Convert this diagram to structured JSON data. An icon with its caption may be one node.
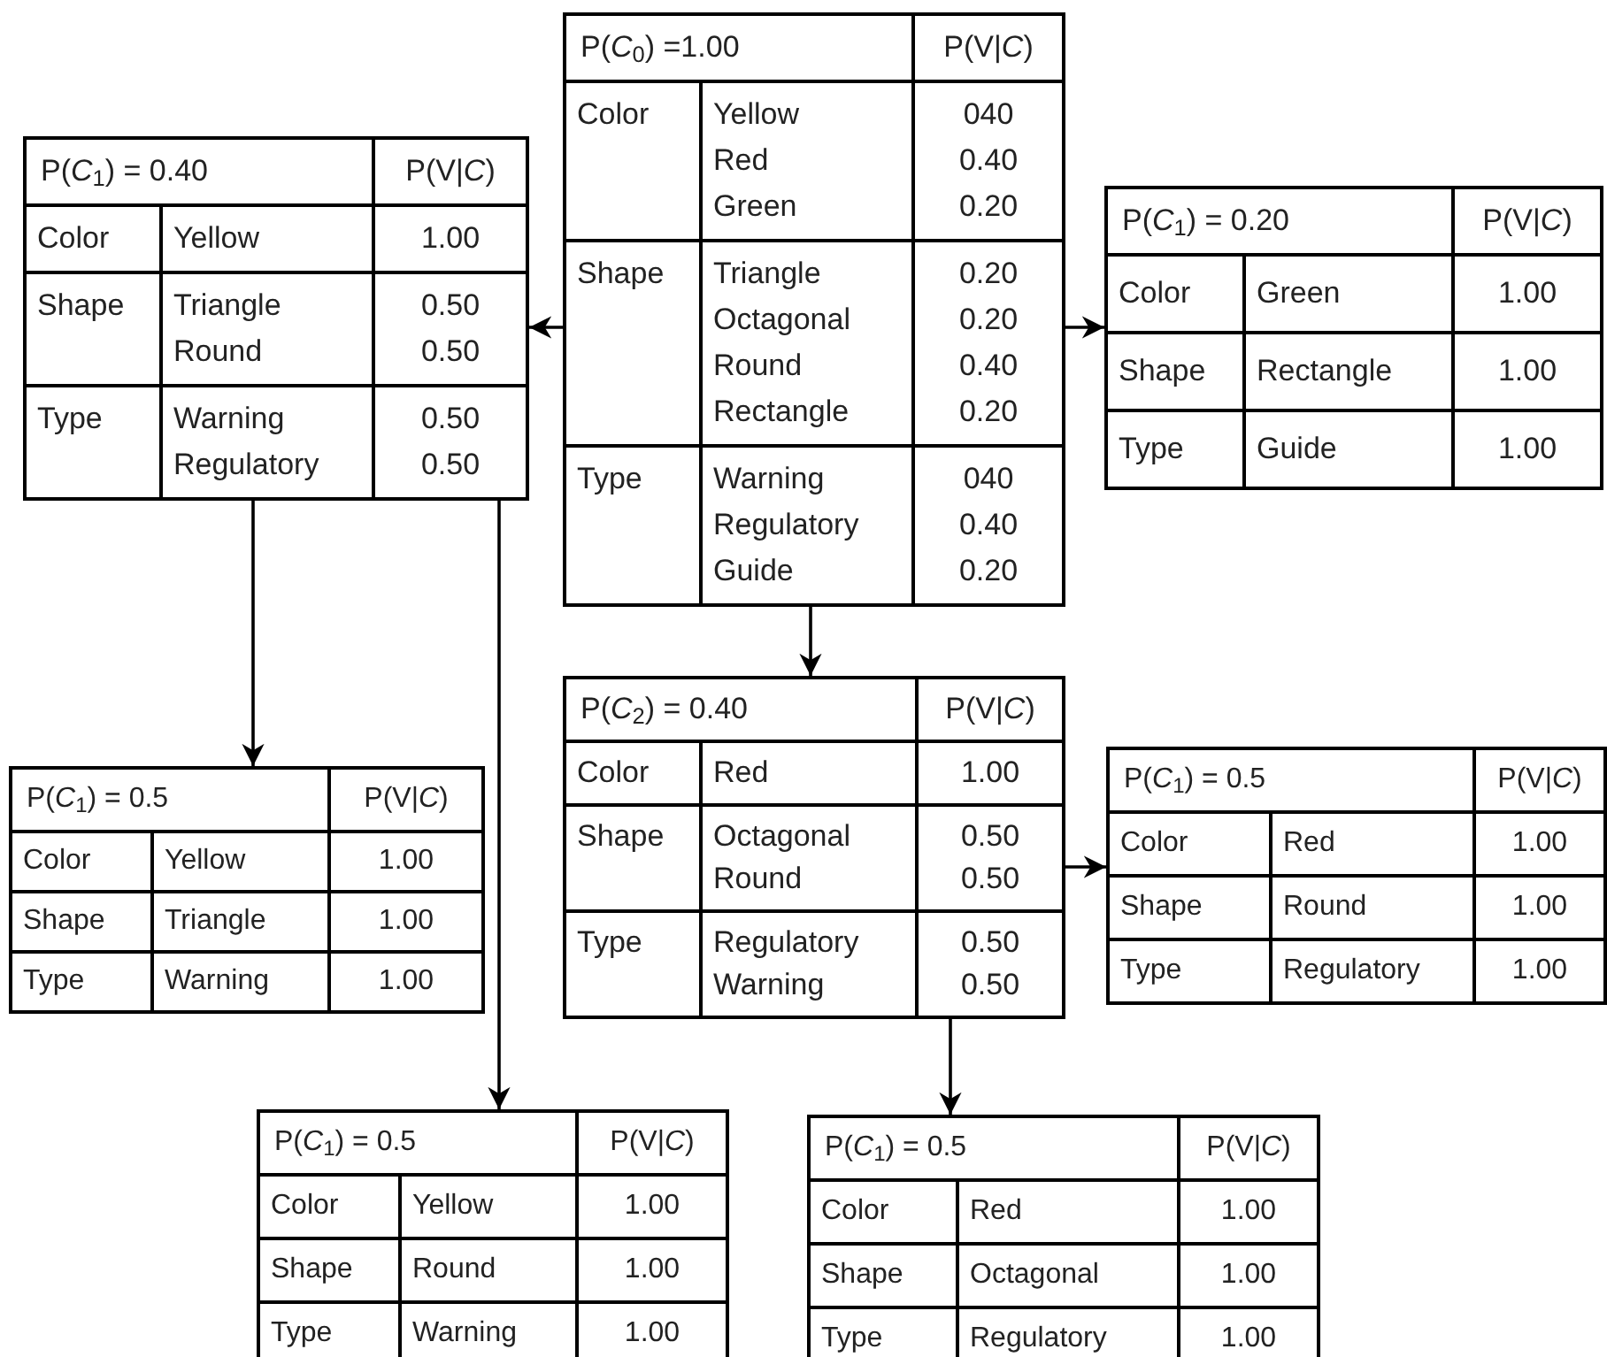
{
  "diagram": {
    "nodes": [
      {
        "text": [
          "P(*C*$_{0}$) =1.00",
          "P(V|*C*)"
        ]
      },
      {
        "text": [
          "Color",
          "Yellow",
          "Red",
          "Green",
          "040",
          "0.40",
          "0.20"
        ],
        "in": 0
      },
      {
        "text": [
          "Shape",
          "Triangle",
          "Octagonal",
          "Round",
          "Rectangle",
          "0.20",
          "0.20",
          "0.40",
          "0.20"
        ],
        "in": 0
      },
      {
        "text": [
          "Type",
          "Warning",
          "Regulatory",
          "Guide",
          "040",
          "0.40",
          "0.20"
        ],
        "in": 0
      },
      {
        "text": [
          "P(*C*$_{1}$) = 0.40",
          "P(V|*C*)"
        ]
      },
      {
        "text": [
          "Color",
          "Yellow",
          "1.00"
        ],
        "in": 4
      },
      {
        "text": [
          "Shape",
          "Triangle",
          "Round",
          "0.50",
          "0.50"
        ],
        "in": 4
      },
      {
        "text": [
          "Type",
          "Warning",
          "Regulatory",
          "0.50",
          "0.50"
        ],
        "in": 4
      },
      {
        "text": [
          "P(*C*$_{1}$) = 0.20",
          "P(V|*C*)"
        ]
      },
      {
        "text": [
          "Color",
          "Green",
          "1.00"
        ],
        "in": 8
      },
      {
        "text": [
          "Shape",
          "Rectangle",
          "1.00"
        ],
        "in": 8
      },
      {
        "text": [
          "Type",
          "Guide",
          "1.00"
        ],
        "in": 8
      },
      {
        "text": [
          "P(*C*$_{2}$) = 0.40",
          "P(V|*C*)"
        ]
      },
      {
        "text": [
          "Color",
          "Red",
          "1.00"
        ],
        "in": 12
      },
      {
        "text": [
          "Shape",
          "Octagonal",
          "Round",
          "0.50",
          "0.50"
        ],
        "in": 12
      },
      {
        "text": [
          "Type",
          "Regulatory",
          "Warning",
          "0.50",
          "0.50"
        ],
        "in": 12
      },
      {
        "text": [
          "P(*C*$_{1}$) = 0.5",
          "P(V|*C*)"
        ]
      },
      {
        "text": [
          "Color",
          "Red",
          "1.00"
        ],
        "in": 16
      },
      {
        "text": [
          "Shape",
          "Round",
          "1.00"
        ],
        "in": 16
      },
      {
        "text": [
          "Type",
          "Regulatory",
          "1.00"
        ],
        "in": 16
      },
      {
        "text": [
          "P(*C*$_{1}$) = 0.5",
          "P(V|*C*)"
        ]
      },
      {
        "text": [
          "Color",
          "Yellow",
          "1.00"
        ],
        "in": 20
      },
      {
        "text": [
          "Shape",
          "Triangle",
          "1.00"
        ],
        "in": 20
      },
      {
        "text": [
          "Type",
          "Warning",
          "1.00"
        ],
        "in": 20
      },
      {
        "text": [
          "P(*C*$_{1}$) = 0.5",
          "P(V|*C*)"
        ]
      },
      {
        "text": [
          "Color",
          "Yellow",
          "1.00"
        ],
        "in": 24
      },
      {
        "text": [
          "Shape",
          "Round",
          "1.00"
        ],
        "in": 24
      },
      {
        "text": [
          "Type",
          "Warning",
          "1.00"
        ],
        "in": 24
      },
      {
        "text": [
          "P(*C*$_{1}$) = 0.5",
          "P(V|*C*)"
        ]
      },
      {
        "text": [
          "Color",
          "Red",
          "1.00"
        ],
        "in": 28
      },
      {
        "text": [
          "Shape",
          "Octagonal",
          "1.00"
        ],
        "in": 28
      },
      {
        "text": [
          "Type",
          "Regulatory",
          "1.00"
        ],
        "in": 28
      }
    ],
    "edges": [
      {
        "from": 0,
        "to": 4,
        "arrow": "to"
      },
      {
        "from": 0,
        "to": 8,
        "arrow": "to"
      },
      {
        "from": 0,
        "to": 12,
        "arrow": "to"
      },
      {
        "from": 4,
        "to": 20,
        "arrow": "to"
      },
      {
        "from": 4,
        "to": 24,
        "arrow": "to"
      },
      {
        "from": 12,
        "to": 16,
        "arrow": "to"
      },
      {
        "from": 12,
        "to": 28,
        "arrow": "to"
      }
    ]
  }
}
